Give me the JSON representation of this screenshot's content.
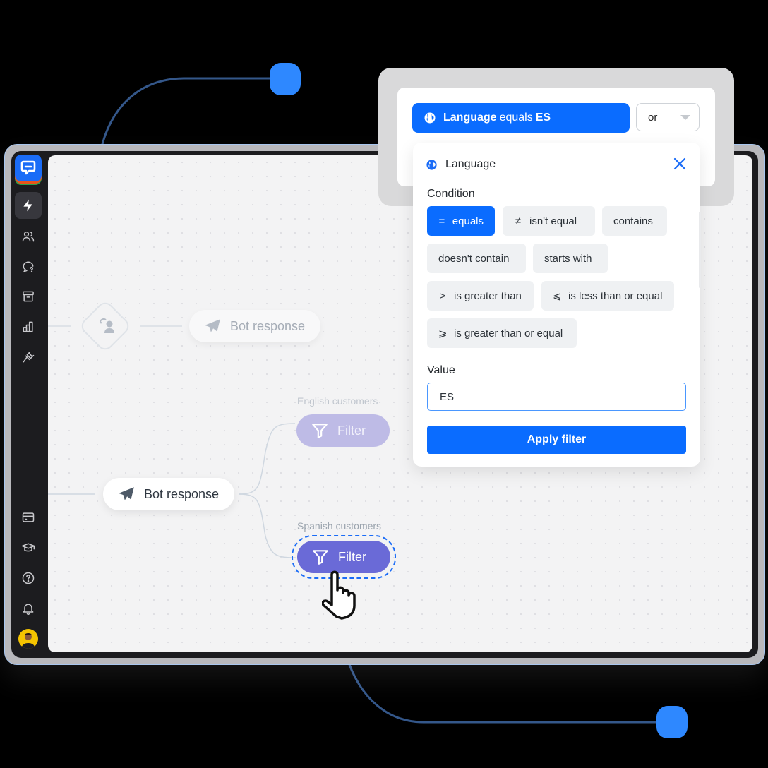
{
  "app": {
    "sidebar": {
      "top_items": [
        {
          "name": "automation",
          "icon": "lightning-icon",
          "active": true
        },
        {
          "name": "customers",
          "icon": "users-icon",
          "active": false
        },
        {
          "name": "chats",
          "icon": "chat-question-icon",
          "active": false
        },
        {
          "name": "archives",
          "icon": "archive-icon",
          "active": false
        },
        {
          "name": "reports",
          "icon": "bar-chart-icon",
          "active": false
        },
        {
          "name": "integrations",
          "icon": "plug-icon",
          "active": false
        }
      ],
      "bottom_items": [
        {
          "name": "billing",
          "icon": "credit-card-icon"
        },
        {
          "name": "academy",
          "icon": "graduation-cap-icon"
        },
        {
          "name": "help",
          "icon": "help-circle-icon"
        },
        {
          "name": "notifications",
          "icon": "bell-icon"
        }
      ],
      "avatar_color": "#f5c400"
    },
    "canvas": {
      "nodes": {
        "transfer_node": {
          "icon": "transfer-user-icon"
        },
        "bot_response_top": {
          "label": "Bot response",
          "icon": "paper-plane-icon"
        },
        "bot_response_main": {
          "label": "Bot response",
          "icon": "paper-plane-icon"
        },
        "filter_english": {
          "caption": "English customers",
          "label": "Filter",
          "icon": "funnel-icon"
        },
        "filter_spanish": {
          "caption": "Spanish customers",
          "label": "Filter",
          "icon": "funnel-icon"
        }
      }
    },
    "filter_summary": {
      "field": "Language",
      "operator": "equals",
      "value": "ES",
      "logic_select": "or"
    },
    "filter_panel": {
      "title": "Language",
      "condition_label": "Condition",
      "conditions": [
        {
          "symbol": "=",
          "label": "equals",
          "selected": true
        },
        {
          "symbol": "≠",
          "label": "isn't equal",
          "selected": false
        },
        {
          "symbol": "",
          "label": "contains",
          "selected": false
        },
        {
          "symbol": "",
          "label": "doesn't contain",
          "selected": false
        },
        {
          "symbol": "",
          "label": "starts with",
          "selected": false
        },
        {
          "symbol": ">",
          "label": "is greater than",
          "selected": false
        },
        {
          "symbol": "⩽",
          "label": "is less than or equal",
          "selected": false
        },
        {
          "symbol": "⩾",
          "label": "is greater than or equal",
          "selected": false
        }
      ],
      "value_label": "Value",
      "value": "ES",
      "apply_label": "Apply filter"
    },
    "colors": {
      "accent": "#0a6cff",
      "filter_active": "#6a6ad7",
      "filter_faded": "#bebbe6",
      "sidebar_bg": "#1c1c1f",
      "connector": "#34578a",
      "handle": "#2e88ff"
    }
  }
}
